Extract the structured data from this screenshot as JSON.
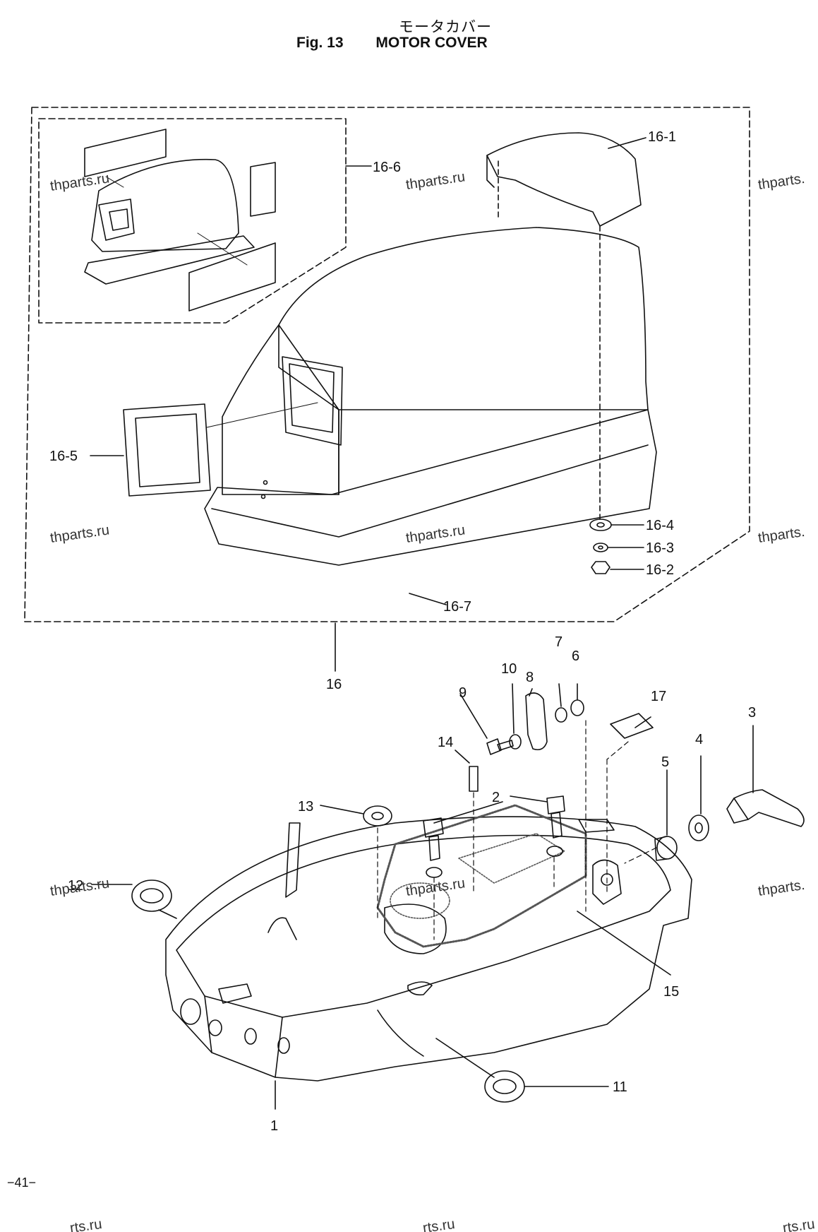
{
  "header": {
    "title_jp": "モータカバー",
    "fig_number": "Fig. 13",
    "title_en": "MOTOR COVER"
  },
  "callouts": {
    "c16_1": "16-1",
    "c16_2": "16-2",
    "c16_3": "16-3",
    "c16_4": "16-4",
    "c16_5": "16-5",
    "c16_6": "16-6",
    "c16_7": "16-7",
    "c16": "16",
    "c1": "1",
    "c2": "2",
    "c3": "3",
    "c4": "4",
    "c5": "5",
    "c6": "6",
    "c7": "7",
    "c8": "8",
    "c9": "9",
    "c10": "10",
    "c11": "11",
    "c12": "12",
    "c13": "13",
    "c14": "14",
    "c15": "15",
    "c17": "17"
  },
  "watermark": "thparts.ru",
  "watermark_partial_right": "thparts.",
  "watermark_partial_bottom": "rts.ru",
  "page_number": "−41−",
  "colors": {
    "line": "#111111",
    "gasket": "#777777"
  }
}
